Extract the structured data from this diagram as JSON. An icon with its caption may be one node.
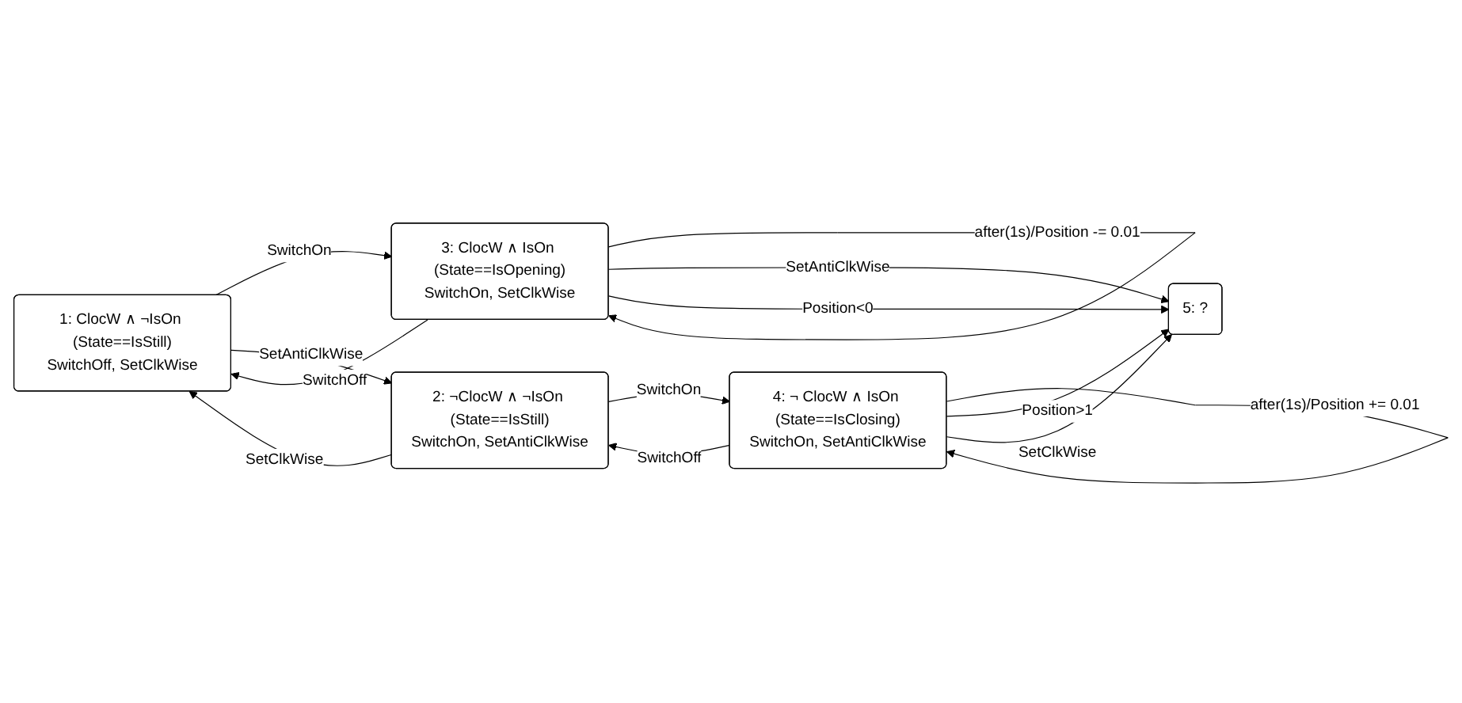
{
  "diagram": {
    "nodes": [
      {
        "text": [
          "1: ClocW ∧ ¬IsOn (State==IsStill)",
          "SwitchOff, SetClkWise"
        ]
      },
      {
        "text": [
          "3: ClocW ∧ IsOn (State==IsOpening)",
          "SwitchOn, SetClkWise"
        ]
      },
      {
        "text": [
          "5: ?"
        ]
      },
      {
        "text": [
          "2: ¬ClocW ∧ ¬IsOn (State==IsStill)",
          "SwitchOn, SetAntiClkWise"
        ]
      },
      {
        "text": [
          "4: ¬ ClocW ∧ IsOn (State==IsClosing)",
          "SwitchOn, SetAntiClkWise"
        ]
      }
    ],
    "edges": [
      {
        "from": 0,
        "to": 1,
        "arrow": "to",
        "label": "SwitchOn"
      },
      {
        "from": 1,
        "to": 0,
        "arrow": "to",
        "label": "SwitchOff"
      },
      {
        "from": 1,
        "to": 1,
        "arrow": "to",
        "label": "after(1s)/Position -= 0.01"
      },
      {
        "from": 1,
        "to": 2,
        "arrow": "to",
        "label": "SetAntiClkWise"
      },
      {
        "from": 1,
        "to": 2,
        "arrow": "to",
        "label": "Position<0"
      },
      {
        "from": 3,
        "to": 0,
        "arrow": "to",
        "label": "SetClkWise"
      },
      {
        "from": 0,
        "to": 3,
        "arrow": "to",
        "label": "SetAntiClkWise"
      },
      {
        "from": 3,
        "to": 4,
        "arrow": "to",
        "label": "SwitchOn"
      },
      {
        "from": 4,
        "to": 3,
        "arrow": "to",
        "label": "SwitchOff"
      },
      {
        "from": 4,
        "to": 4,
        "arrow": "to",
        "label": "after(1s)/Position += 0.01"
      },
      {
        "from": 4,
        "to": 2,
        "arrow": "to",
        "label": "Position>1"
      },
      {
        "from": 4,
        "to": 2,
        "arrow": "to",
        "label": "SetClkWise"
      }
    ]
  }
}
